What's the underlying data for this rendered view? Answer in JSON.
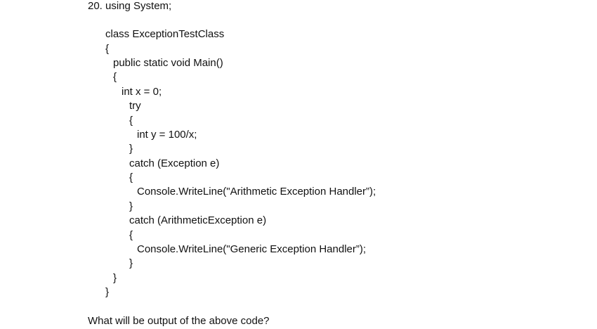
{
  "question": {
    "number": "20.",
    "first_line": "using System;",
    "code": {
      "class_decl": "class ExceptionTestClass",
      "class_open": "{",
      "method_decl": "public static void Main()",
      "method_open": "{",
      "var_decl": "int x = 0;",
      "try_kw": "try",
      "try_open": "{",
      "division": "int y = 100/x;",
      "try_close": "}",
      "catch1": "catch (Exception e)",
      "catch1_open": "{",
      "catch1_body": "Console.WriteLine(\"Arithmetic Exception Handler”);",
      "catch1_close": "}",
      "catch2": "catch (ArithmeticException e)",
      "catch2_open": "{",
      "catch2_body": "Console.WriteLine(\"Generic Exception Handler”);",
      "catch2_close": "}",
      "method_close": "}",
      "class_close": "}"
    },
    "prompt": "What will be output of the above code?"
  }
}
